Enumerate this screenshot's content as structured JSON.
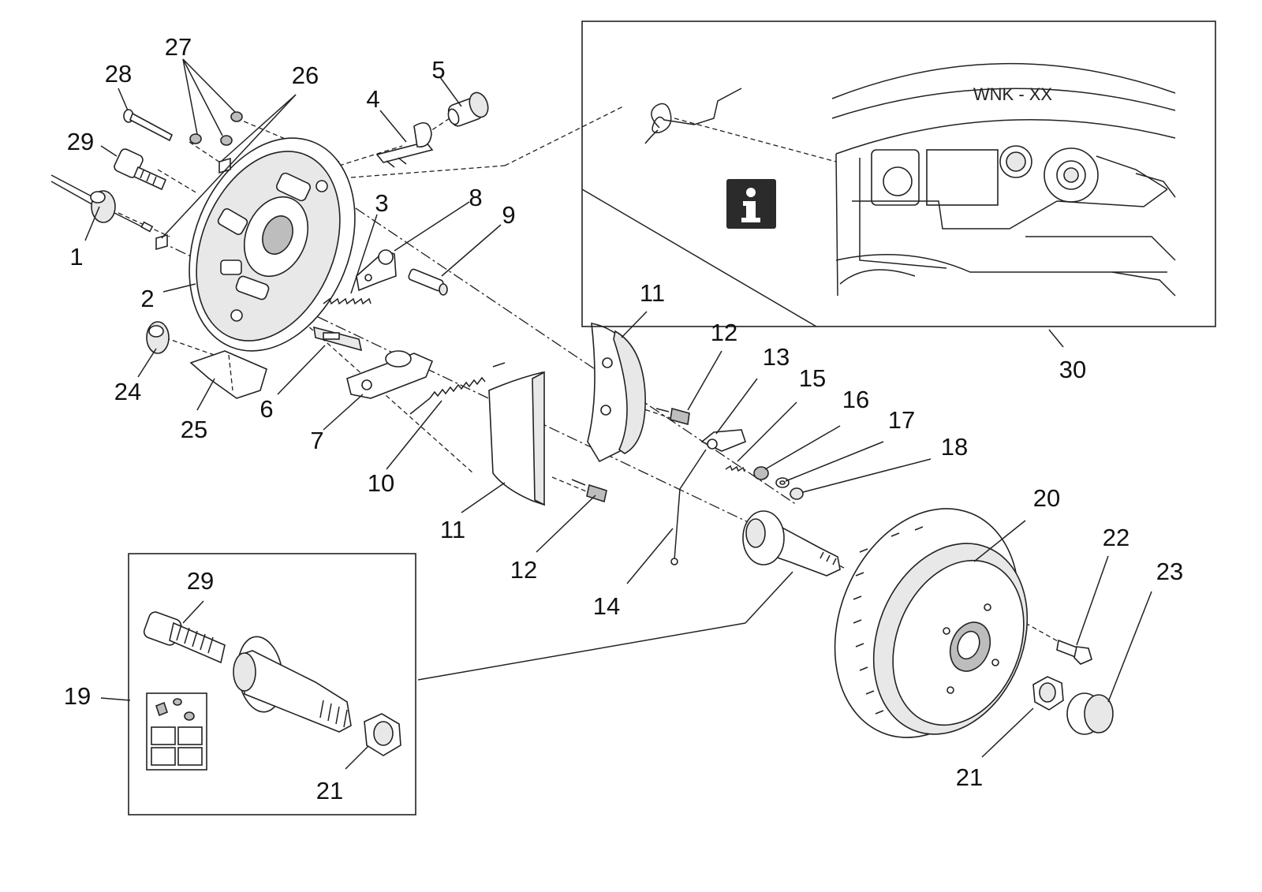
{
  "callouts": {
    "c1": "1",
    "c2": "2",
    "c3": "3",
    "c4": "4",
    "c5": "5",
    "c6": "6",
    "c7": "7",
    "c8": "8",
    "c9": "9",
    "c10": "10",
    "c11a": "11",
    "c11b": "11",
    "c12a": "12",
    "c12b": "12",
    "c13": "13",
    "c14": "14",
    "c15": "15",
    "c16": "16",
    "c17": "17",
    "c18": "18",
    "c19": "19",
    "c20": "20",
    "c21a": "21",
    "c21b": "21",
    "c22": "22",
    "c23": "23",
    "c24": "24",
    "c25": "25",
    "c26": "26",
    "c27": "27",
    "c28": "28",
    "c29a": "29",
    "c29b": "29",
    "c30": "30"
  },
  "detail_inset": {
    "stamp_text": "WNK - XX",
    "info_icon": "info-icon"
  },
  "kit_inset": {
    "icon": "parts-kit-icon"
  }
}
